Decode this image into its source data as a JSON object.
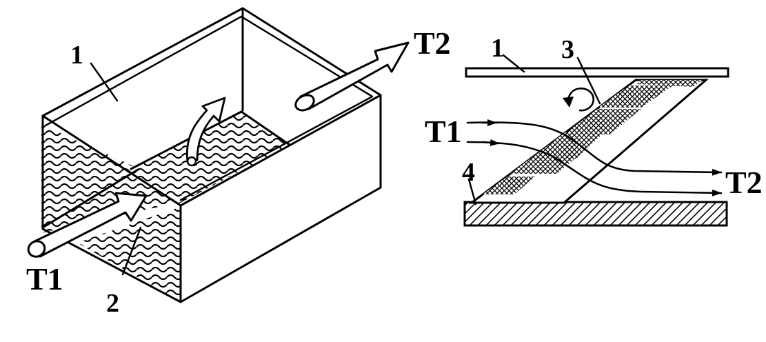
{
  "left": {
    "labels": {
      "part_1": "1",
      "part_2": "2",
      "inlet": "T1",
      "outlet": "T2"
    }
  },
  "right": {
    "labels": {
      "part_1": "1",
      "part_3": "3",
      "part_4": "4",
      "inlet": "T1",
      "outlet": "T2"
    }
  },
  "colors": {
    "ink": "#000000",
    "paper": "#ffffff"
  }
}
